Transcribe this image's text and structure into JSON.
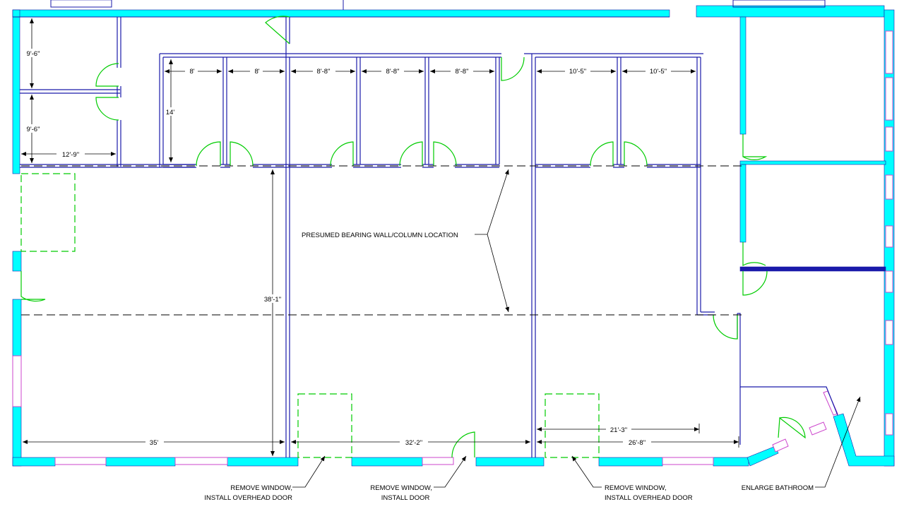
{
  "colors": {
    "exterior_wall": "#00ffff",
    "interior_wall": "#1a1aaa",
    "door": "#00cc00",
    "window": "#cc44cc",
    "dimension": "#000000"
  },
  "dimensions": {
    "room_height_top": "9'-6\"",
    "room_height_bottom": "9'-6\"",
    "left_width": "12'-9\"",
    "room_depth": "14'",
    "office1": "8'",
    "office2": "8'",
    "office3": "8'-8\"",
    "office4": "8'-8\"",
    "office5": "8'-8\"",
    "office6": "10'-5\"",
    "office7": "10'-5\"",
    "bay_depth": "38'-1\"",
    "bay1_width": "35'",
    "bay2_width": "32'-2\"",
    "bay3_partial": "21'-3\"",
    "bay3_width": "26'-8\""
  },
  "notes": {
    "bearing_wall": "PRESUMED BEARING WALL/COLUMN LOCATION",
    "remove_window_overhead_1_line1": "REMOVE WINDOW,",
    "remove_window_overhead_1_line2": "INSTALL OVERHEAD DOOR",
    "remove_window_door_line1": "REMOVE WINDOW,",
    "remove_window_door_line2": "INSTALL DOOR",
    "remove_window_overhead_2_line1": "REMOVE WINDOW,",
    "remove_window_overhead_2_line2": "INSTALL OVERHEAD DOOR",
    "enlarge_bathroom": "ENLARGE BATHROOM"
  }
}
